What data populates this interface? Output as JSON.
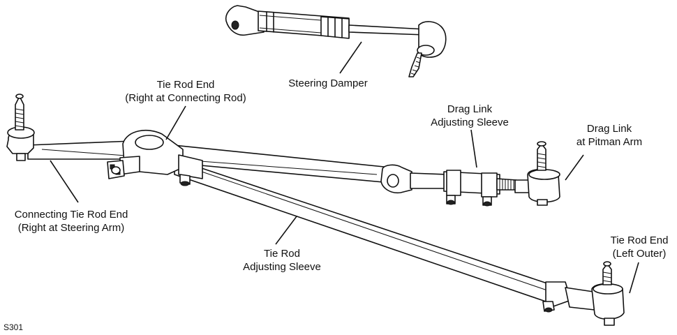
{
  "figure_id": "S301",
  "labels": {
    "steering_damper": [
      "Steering Damper"
    ],
    "tie_rod_end_right": [
      "Tie Rod End",
      "(Right at Connecting Rod)"
    ],
    "drag_link_sleeve": [
      "Drag Link",
      "Adjusting Sleeve"
    ],
    "drag_link_pitman": [
      "Drag Link",
      "at Pitman Arm"
    ],
    "connecting_tie_rod_end": [
      "Connecting Tie Rod End",
      "(Right at Steering Arm)"
    ],
    "tie_rod_sleeve": [
      "Tie Rod",
      "Adjusting Sleeve"
    ],
    "tie_rod_end_left": [
      "Tie Rod End",
      "(Left Outer)"
    ]
  }
}
